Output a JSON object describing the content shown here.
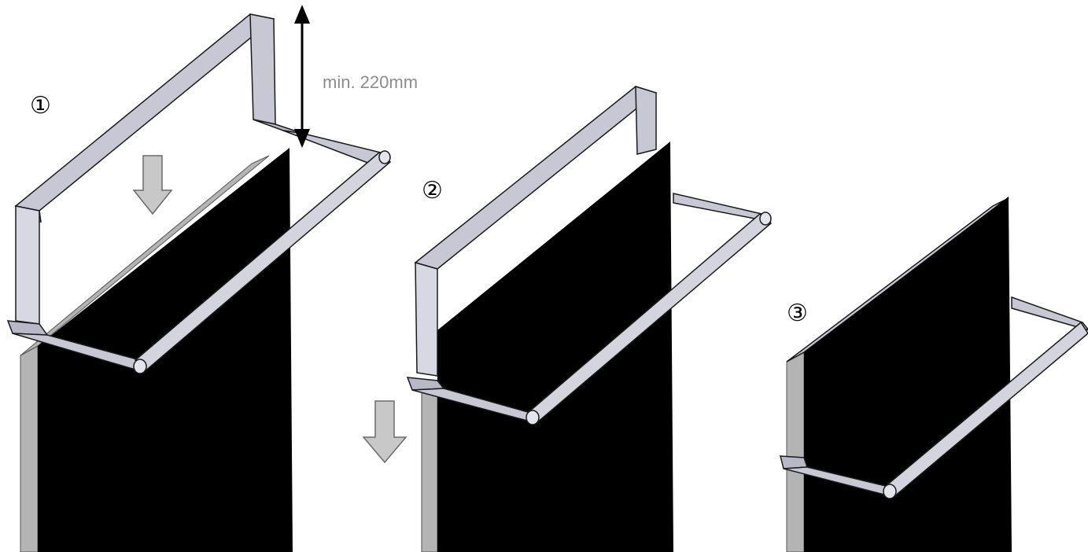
{
  "steps": [
    {
      "number": "①"
    },
    {
      "number": "②"
    },
    {
      "number": "③"
    }
  ],
  "dimension": {
    "label": "min. 220mm"
  },
  "colors": {
    "panel": "#000000",
    "panel_edge": "#b4b4b4",
    "rail_front": "#c8c8d4",
    "rail_light": "#e4e4ec",
    "rail_dark": "#9a9aa8",
    "rail_outline": "#1a1a1a",
    "arrow_fill": "#c8c8c8",
    "arrow_stroke": "#6a6a6a",
    "dimension_arrow": "#000000",
    "dimension_text": "#8c8c8c"
  },
  "icons": [
    "down-arrow-icon",
    "double-arrow-icon"
  ]
}
